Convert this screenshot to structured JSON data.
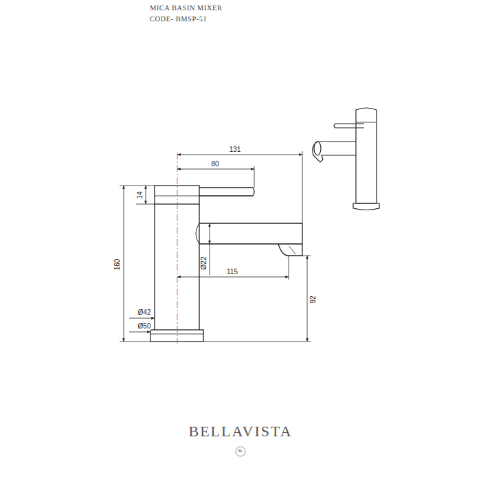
{
  "diagram": {
    "title": "MICA BASIN MIXER",
    "labels": [
      "CODE- BMSP-51",
      "131",
      "80",
      "14",
      "160",
      "Ø22",
      "115",
      "92",
      "Ø42",
      "Ø50",
      "BELLAVISTA",
      "BL"
    ]
  }
}
